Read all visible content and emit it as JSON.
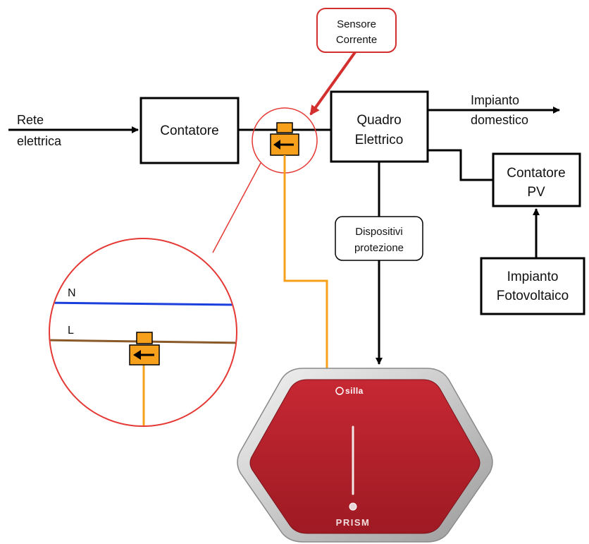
{
  "labels": {
    "rete_line1": "Rete",
    "rete_line2": "elettrica",
    "contatore": "Contatore",
    "sensore_line1": "Sensore",
    "sensore_line2": "Corrente",
    "quadro_line1": "Quadro",
    "quadro_line2": "Elettrico",
    "impianto_dom_line1": "Impianto",
    "impianto_dom_line2": "domestico",
    "contatore_pv_line1": "Contatore",
    "contatore_pv_line2": "PV",
    "dispositivi_line1": "Dispositivi",
    "dispositivi_line2": "protezione",
    "impianto_fv_line1": "Impianto",
    "impianto_fv_line2": "Fotovoltaico",
    "neutral": "N",
    "line": "L",
    "logo": "silla",
    "product": "PRISM"
  },
  "colors": {
    "wire": "#000000",
    "callout": "#e53935",
    "sensor_wire": "#f7a01c",
    "sensor_body": "#f7a01c",
    "neutral_wire": "#1a3fdc",
    "line_wire": "#8b5a2b",
    "charger_body": "#b8202a",
    "charger_frame": "#d9d9d9"
  }
}
